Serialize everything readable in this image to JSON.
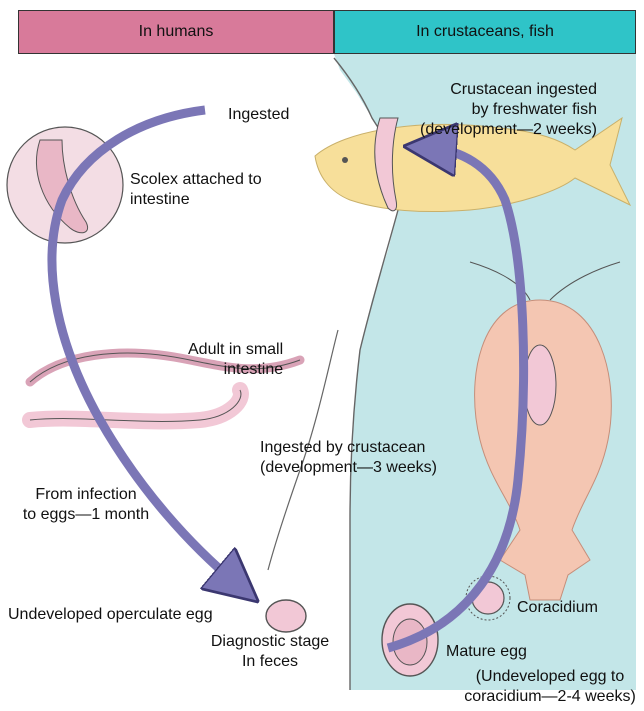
{
  "headers": {
    "humans": "In humans",
    "crustaceans": "In crustaceans, fish"
  },
  "labels": {
    "ingested": "Ingested",
    "scolex_line1": "Scolex attached to",
    "scolex_line2": "intestine",
    "adult_line1": "Adult in small",
    "adult_line2": "intestine",
    "infection_line1": "From infection",
    "infection_line2": "to eggs—1 month",
    "undeveloped_egg": "Undeveloped operculate egg",
    "diagnostic_line1": "Diagnostic stage",
    "diagnostic_line2": "In feces",
    "fish_line1": "Crustacean ingested",
    "fish_line2": "by freshwater fish",
    "fish_line3": "(development—2 weeks)",
    "crustacean_line1": "Ingested by crustacean",
    "crustacean_line2": "(development—3 weeks)",
    "coracidium": "Coracidium",
    "mature_egg": "Mature egg",
    "mature_note_line1": "(Undeveloped egg to",
    "mature_note_line2": "coracidium—2-4 weeks)"
  },
  "colors": {
    "human_zone": "#d87a9a",
    "crustacean_zone": "#2fc4c8",
    "water": "#c3e6e8",
    "arrow": "#7b76b6",
    "fish": "#f7df9a",
    "crustacean": "#f4c6b2",
    "worm": "#f2c8d6",
    "scolex_circle": "#f3dde4"
  }
}
